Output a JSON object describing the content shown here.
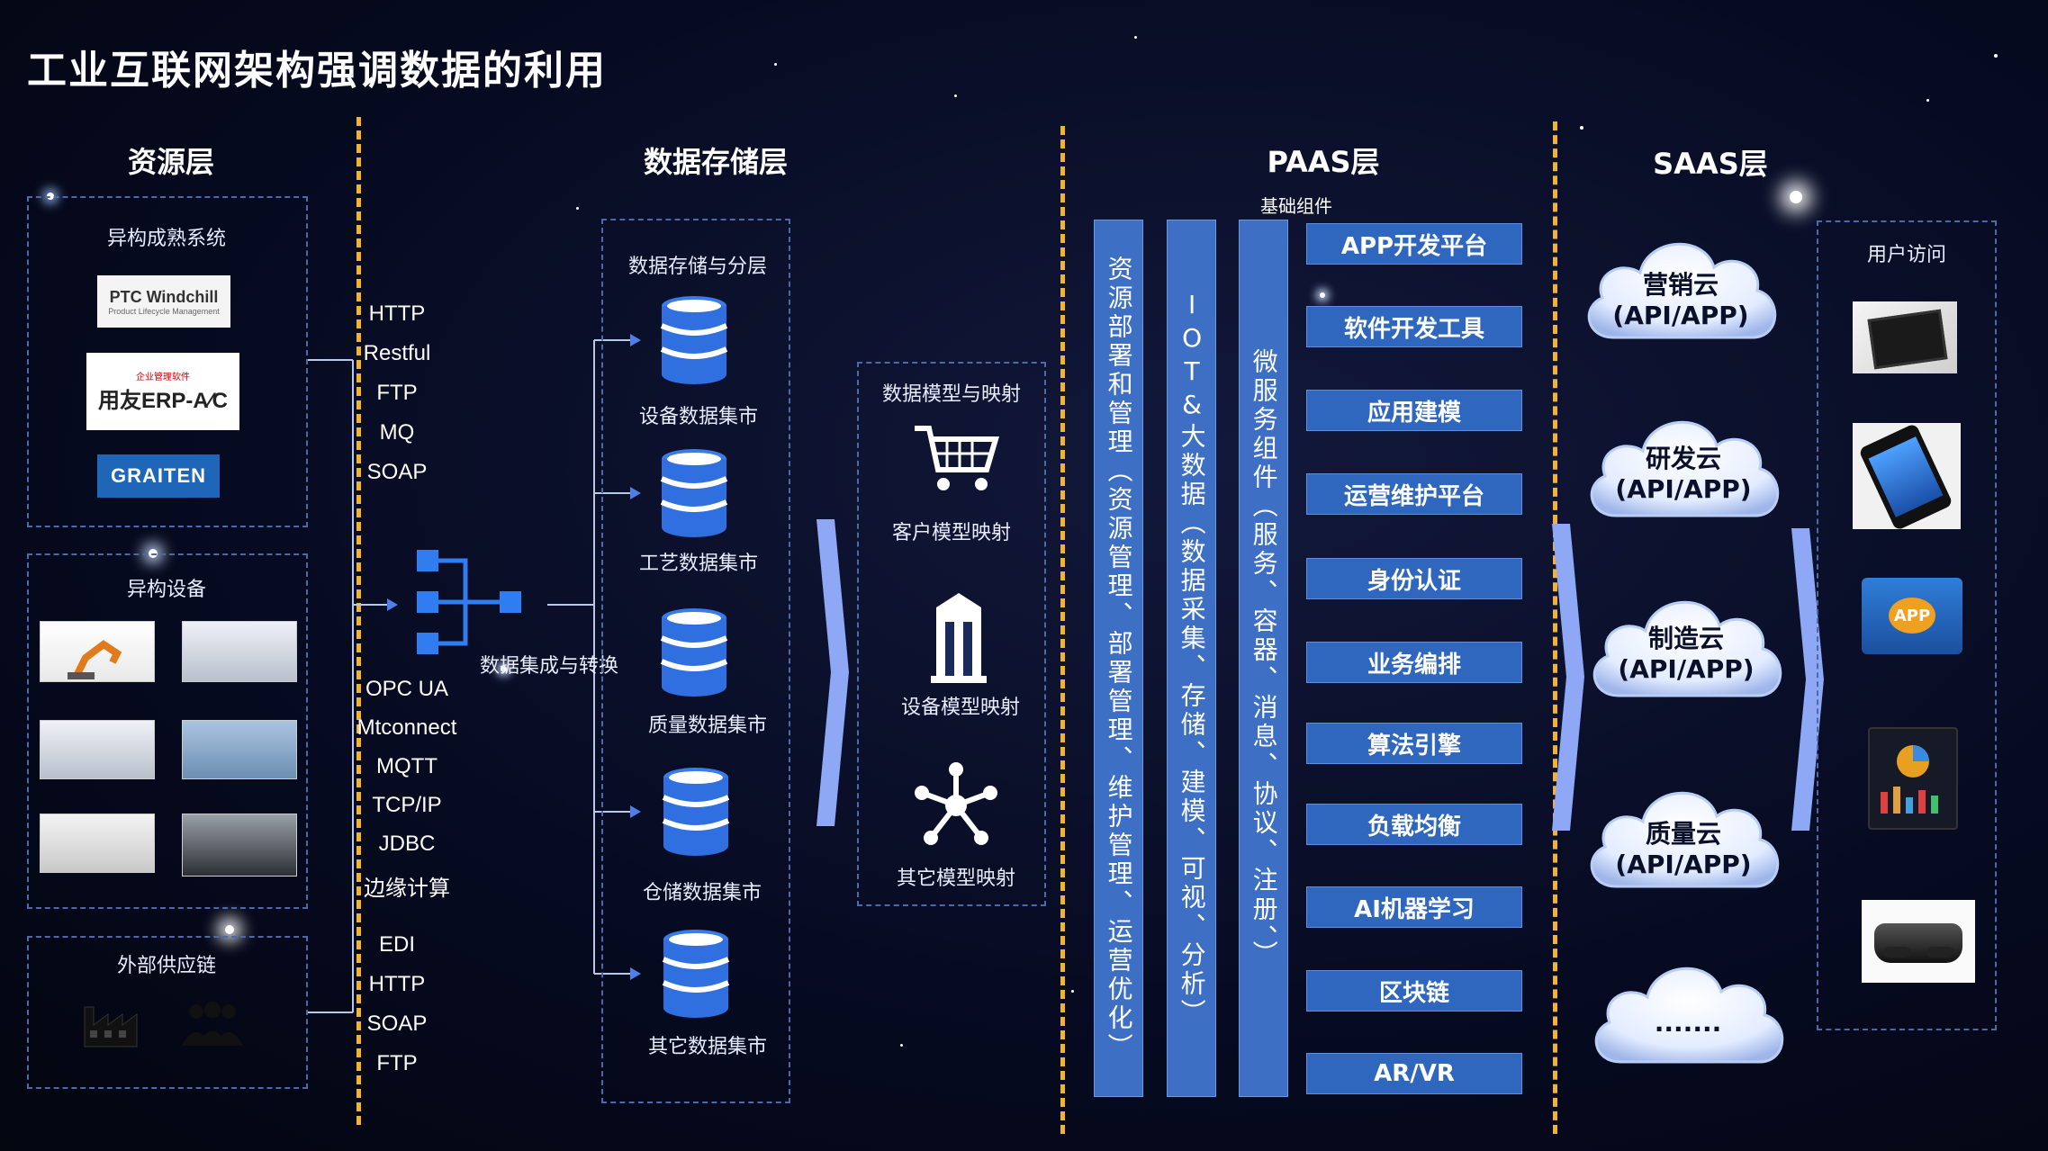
{
  "title": "工业互联网架构强调数据的利用",
  "layers": {
    "resource": "资源层",
    "storage": "数据存储层",
    "paas": "PAAS层",
    "saas": "SAAS层"
  },
  "resource": {
    "hetero_systems": "异构成熟系统",
    "hetero_devices": "异构设备",
    "supply_chain": "外部供应链",
    "logos": {
      "ptc": "PTC Windchill",
      "ptc_sub": "Product Lifecycle Management",
      "erp": "用友ERP-A∕C",
      "erp_top": "企业管理软件",
      "graiten": "GRAITEN"
    }
  },
  "protocols": {
    "group1": [
      "HTTP",
      "Restful",
      "FTP",
      "MQ",
      "SOAP"
    ],
    "group2": [
      "OPC UA",
      "Mtconnect",
      "MQTT",
      "TCP/IP",
      "JDBC",
      "边缘计算"
    ],
    "group3": [
      "EDI",
      "HTTP",
      "SOAP",
      "FTP"
    ]
  },
  "integration_label": "数据集成与转换",
  "storage": {
    "header": "数据存储与分层",
    "marts": [
      "设备数据集市",
      "工艺数据集市",
      "质量数据集市",
      "仓储数据集市",
      "其它数据集市"
    ]
  },
  "mapping": {
    "header": "数据模型与映射",
    "items": [
      "客户模型映射",
      "设备模型映射",
      "其它模型映射"
    ]
  },
  "paas": {
    "base_label": "基础组件",
    "col1": "资源部署和管理（资源管理、部署管理、维护管理、运营优化）",
    "col2": "IOT&大数据（数据采集、存储、建模、可视、分析）",
    "col3": "微服务组件（服务、容器、消息、协议、注册、）",
    "components": [
      "APP开发平台",
      "软件开发工具",
      "应用建模",
      "运营维护平台",
      "身份认证",
      "业务编排",
      "算法引擎",
      "负载均衡",
      "AI机器学习",
      "区块链",
      "AR/VR"
    ]
  },
  "saas": {
    "clouds": [
      {
        "name": "营销云",
        "api": "(API/APP)"
      },
      {
        "name": "研发云",
        "api": "(API/APP)"
      },
      {
        "name": "制造云",
        "api": "(API/APP)"
      },
      {
        "name": "质量云",
        "api": "(API/APP)"
      },
      {
        "name": ".......",
        "api": ""
      }
    ]
  },
  "user_access": {
    "header": "用户访问",
    "app_icon_label": "APP"
  },
  "colors": {
    "background": "#070b22",
    "separator": "#f2b233",
    "paas_blue": "#3d6fc4",
    "button_blue": "#2f66be",
    "dashed_border": "#4a6aa8"
  }
}
